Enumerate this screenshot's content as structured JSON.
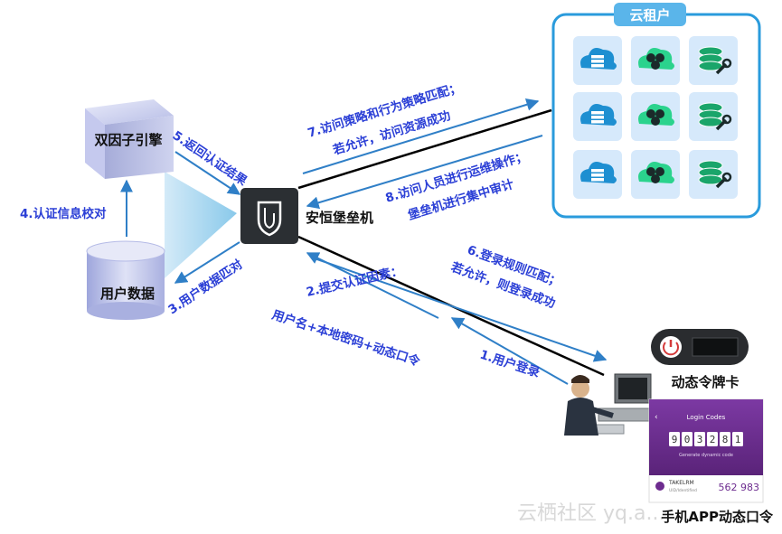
{
  "nodes": {
    "engine": "双因子引擎",
    "user_db": "用户数据",
    "bastion": "安恒堡垒机",
    "cloud_tenant": "云租户",
    "token_card": "动态令牌卡",
    "mobile_app": "手机APP动态口令"
  },
  "steps": {
    "s1": "1.用户登录",
    "s2_line1": "2.提交认证因素：",
    "s2_line2": "用户名+本地密码+动态口令",
    "s3": "3.用户数据匹对",
    "s4": "4.认证信息校对",
    "s5": "5.返回认证结果",
    "s6_line1": "6.登录规则匹配；",
    "s6_line2": "若允许，则登录成功",
    "s7_line1": "7.访问策略和行为策略匹配；",
    "s7_line2": "若允许，访问资源成功",
    "s8_line1": "8.访问人员进行运维操作；",
    "s8_line2": "堡垒机进行集中审计"
  },
  "phone": {
    "header": "Login Codes",
    "code_digits": [
      "9",
      "0",
      "3",
      "2",
      "8",
      "1"
    ],
    "caption": "Generate dynamic code",
    "account": "TAKELRM",
    "account_sub": "UID/Identified",
    "account_code": "562 983"
  },
  "watermark": "云栖社区 yq.a...",
  "colors": {
    "arrow_blue": "#2f7fc7",
    "label_blue": "#2b3fd6",
    "tenant_border": "#2a9bdc",
    "tile_bg": "#d6e9fb",
    "cloud_icon": "#1e8fd1",
    "green_icon": "#2bd38d",
    "db_icon": "#1aa56a",
    "cube_color": "#b7bde6",
    "cylinder_color": "#bcc3ea",
    "app_purple": "#6d2c8f"
  },
  "icons": {
    "tenant_tiles": [
      "cloud-server-icon",
      "cloud-hex-icon",
      "database-wrench-icon",
      "cloud-server-icon",
      "cloud-hex-icon",
      "database-wrench-icon",
      "cloud-server-icon",
      "cloud-hex-icon",
      "database-wrench-icon"
    ]
  }
}
